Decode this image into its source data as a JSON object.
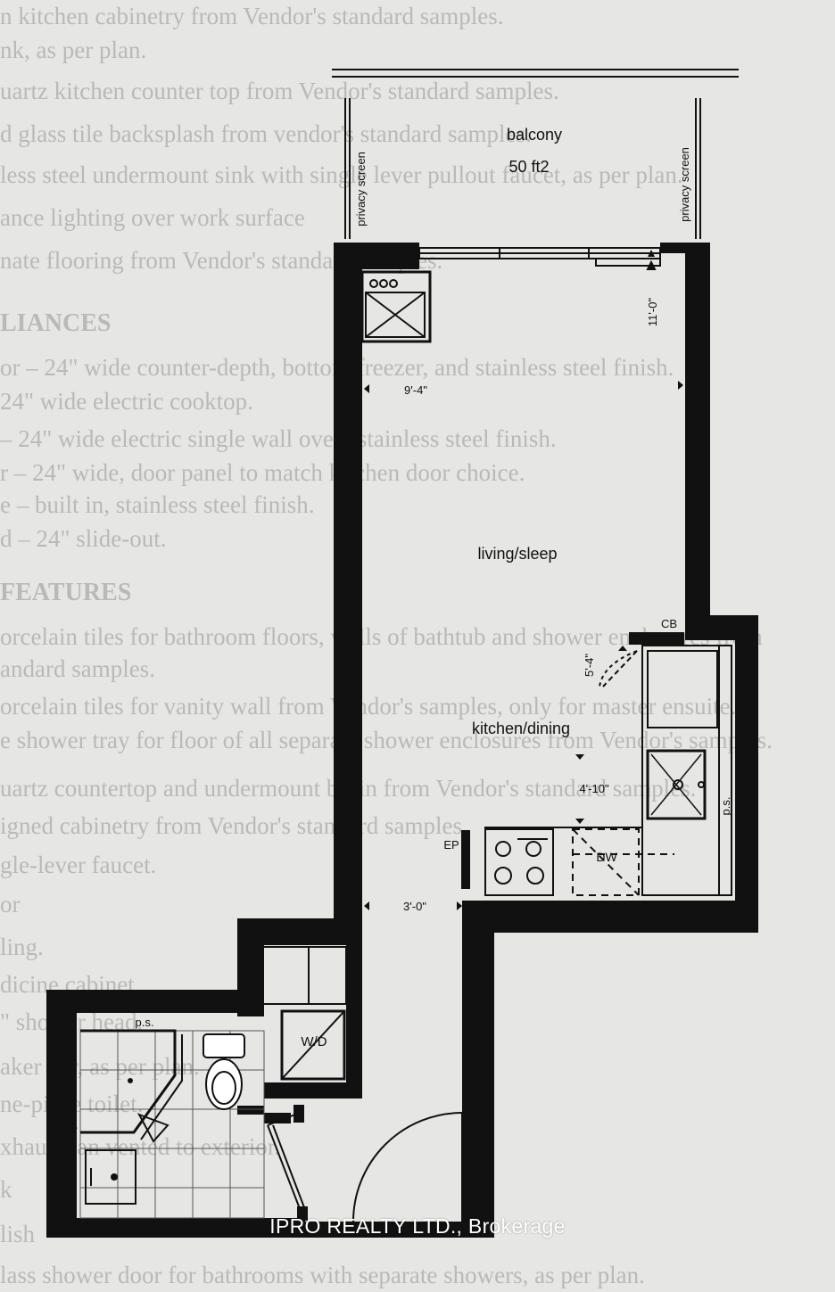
{
  "background_text": [
    "n kitchen cabinetry from Vendor's standard samples.",
    "nk, as per plan.",
    "uartz kitchen counter top from Vendor's standard samples.",
    "d glass tile backsplash from vendor's standard samples.",
    "less steel undermount sink with single lever pullout faucet, as per plan.",
    "ance lighting over work surface",
    "nate flooring from Vendor's standard samples.",
    "LIANCES",
    "or – 24\" wide counter-depth, bottom freezer, and stainless steel finish.",
    "24\" wide electric cooktop.",
    "– 24\" wide electric single wall oven, stainless steel finish.",
    "r – 24\" wide, door panel to match kitchen door choice.",
    "e – built in, stainless steel finish.",
    "d – 24\" slide-out.",
    "FEATURES",
    "orcelain tiles for bathroom floors, walls of bathtub and shower enclosures from",
    "andard samples.",
    "orcelain tiles for vanity wall from Vendor's samples, only for master ensuite.",
    "e shower tray for floor of all separate shower enclosures from Vendor's samples.",
    "uartz countertop and undermount basin from Vendor's standard samples.",
    "igned cabinetry from Vendor's standard samples.",
    "gle-lever faucet.",
    "or",
    "ling.",
    "dicine cabinet.",
    "\" shower head.",
    "aker bar, as per plan.",
    "ne-piece toilet.",
    "xhaust fan vented to exterior.",
    "k",
    "lish",
    "lass shower door for bathrooms with separate showers, as per plan."
  ],
  "rooms": {
    "balcony": "balcony",
    "balcony_area": "50 ft2",
    "living": "living/sleep",
    "kitchen": "kitchen/dining",
    "washer_dryer": "W/D",
    "dishwasher": "DW",
    "electrical_panel": "EP",
    "circuit_breaker": "CB",
    "pipe_shaft": "p.s."
  },
  "screens": {
    "left": "privacy screen",
    "right": "privacy screen"
  },
  "dimensions": {
    "living_width": "9'-4\"",
    "living_depth": "11'-0\"",
    "kitchen_depth": "5'-4\"",
    "kitchen_width": "4'-10\"",
    "hall_width": "3'-0\""
  },
  "watermark": "IPRO REALTY LTD., Brokerage"
}
